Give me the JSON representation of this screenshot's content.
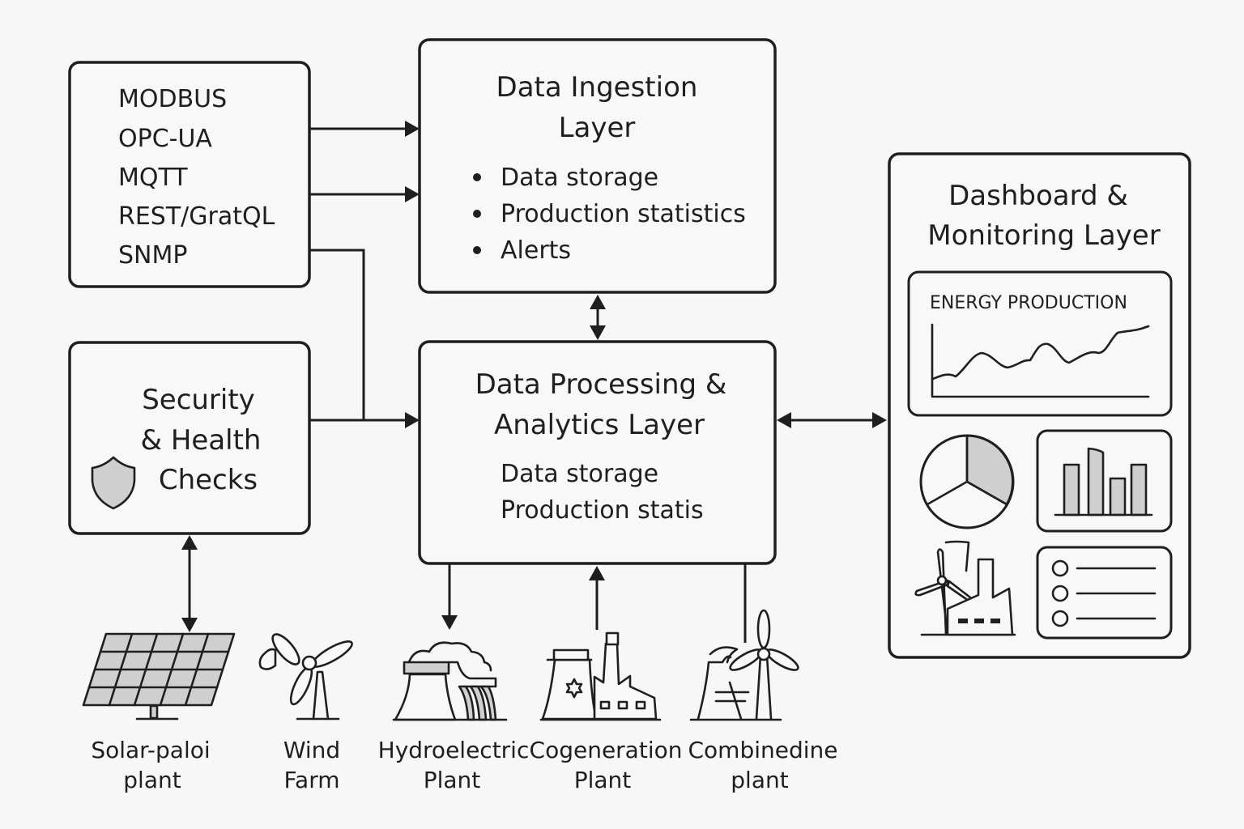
{
  "protocols": {
    "items": [
      "MODBUS",
      "OPC-UA",
      "MQTT",
      "REST/GratQL",
      "SNMP"
    ]
  },
  "ingestion": {
    "title_lines": [
      "Data Ingestion",
      "Layer"
    ],
    "bullets": [
      "Data storage",
      "Production statistics",
      "Alerts"
    ]
  },
  "security": {
    "title_lines": [
      "Security",
      "& Health",
      "Checks"
    ],
    "icon": "shield-icon"
  },
  "processing": {
    "title_lines": [
      "Data Processing &",
      "Analytics Layer"
    ],
    "items": [
      "Data storage",
      "Production statis"
    ]
  },
  "dashboard": {
    "title_lines": [
      "Dashboard &",
      "Monitoring Layer"
    ],
    "widgets": {
      "line_chart_title": "ENERGY PRODUCTION",
      "pie_icon": "pie-chart-icon",
      "bar_icon": "bar-chart-icon",
      "plant_icon": "factory-wind-icon",
      "list_icon": "list-icon"
    }
  },
  "plants": [
    {
      "lines": [
        "Solar-paloi",
        "plant"
      ],
      "icon": "solar-panel-icon"
    },
    {
      "lines": [
        "Wind",
        "Farm"
      ],
      "icon": "wind-turbine-icon"
    },
    {
      "lines": [
        "Hydroelectric",
        "Plant"
      ],
      "icon": "hydro-plant-icon"
    },
    {
      "lines": [
        "Cogeneration",
        "Plant"
      ],
      "icon": "cogeneration-plant-icon"
    },
    {
      "lines": [
        "Combinedine",
        "plant"
      ],
      "icon": "combined-plant-icon"
    }
  ],
  "colors": {
    "stroke": "#1f1f1f",
    "fill_gray": "#cfcfcf",
    "background": "#f7f7f7"
  }
}
